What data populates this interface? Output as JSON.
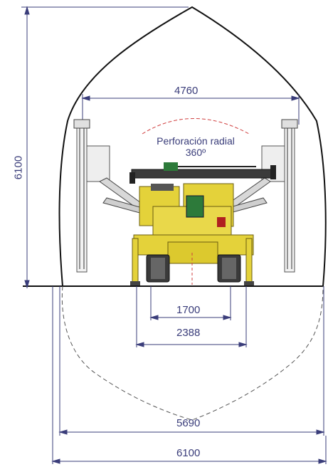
{
  "diagram": {
    "labels": {
      "tunnel_height": "6100",
      "boom_span": "4760",
      "track_inner": "1700",
      "track_outer": "2388",
      "section_width": "5690",
      "total_width": "6100"
    },
    "caption": {
      "line1": "Perforación radial",
      "line2": "360º"
    },
    "colors": {
      "tunnel_outline": "#111111",
      "dimension_lines": "#3a3d7a",
      "radial_arc": "#d04040",
      "machine_body": "#e4d23a",
      "machine_dark": "#2b2b2b",
      "machine_gray": "#8a8a8a"
    }
  }
}
